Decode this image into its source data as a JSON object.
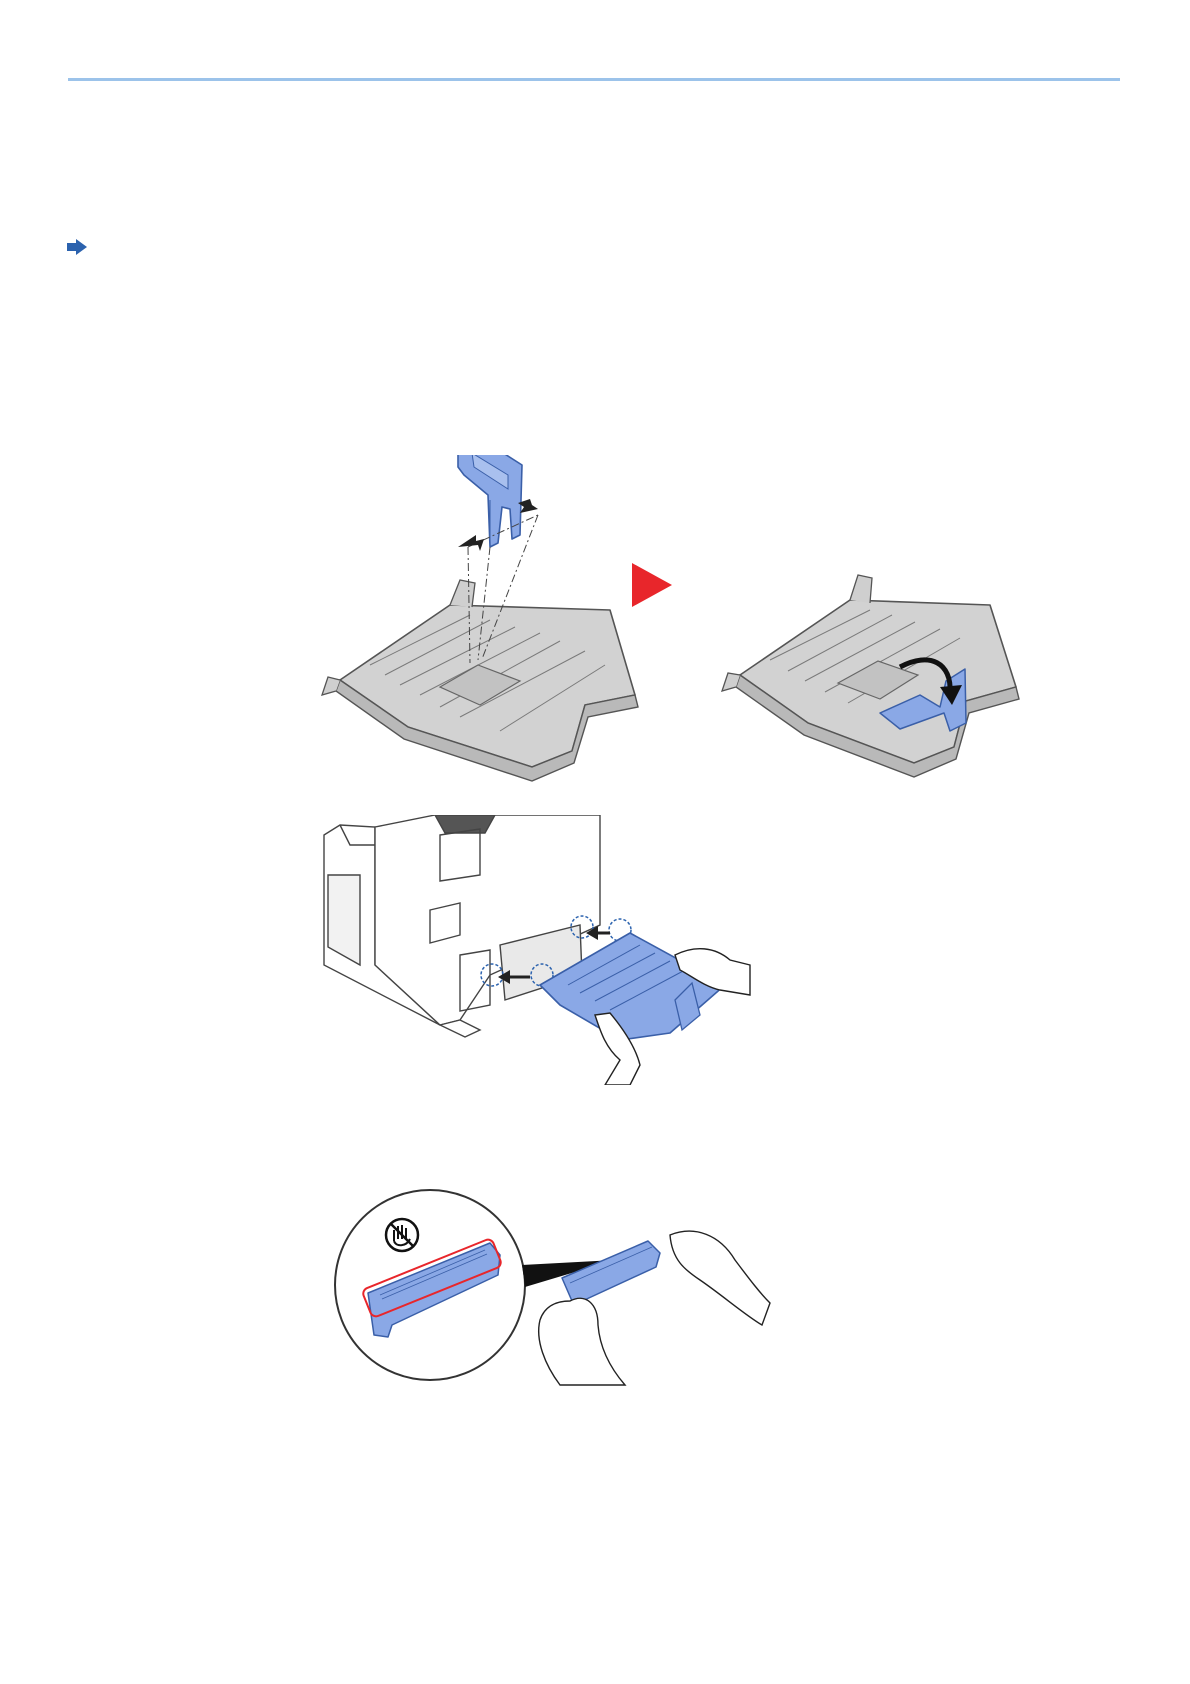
{
  "colors": {
    "header_rule": "#9cc3ea",
    "accent_blue": "#2b62ae",
    "part_blue": "#8aa8e6",
    "part_blue_stroke": "#3a5fa8",
    "tray_gray": "#cfcfcf",
    "tray_stroke": "#555555",
    "next_step_red": "#e8262b",
    "caution_red": "#e8262b"
  },
  "icons": {
    "bullet": "right-arrow-icon",
    "next_step": "triangle-right-icon",
    "no_touch": "no-touch-hand-icon"
  },
  "figures": [
    {
      "name": "stopper-attachment-to-tray"
    },
    {
      "name": "tray-attachment-to-printer"
    },
    {
      "name": "cleaning-part-handling"
    }
  ]
}
